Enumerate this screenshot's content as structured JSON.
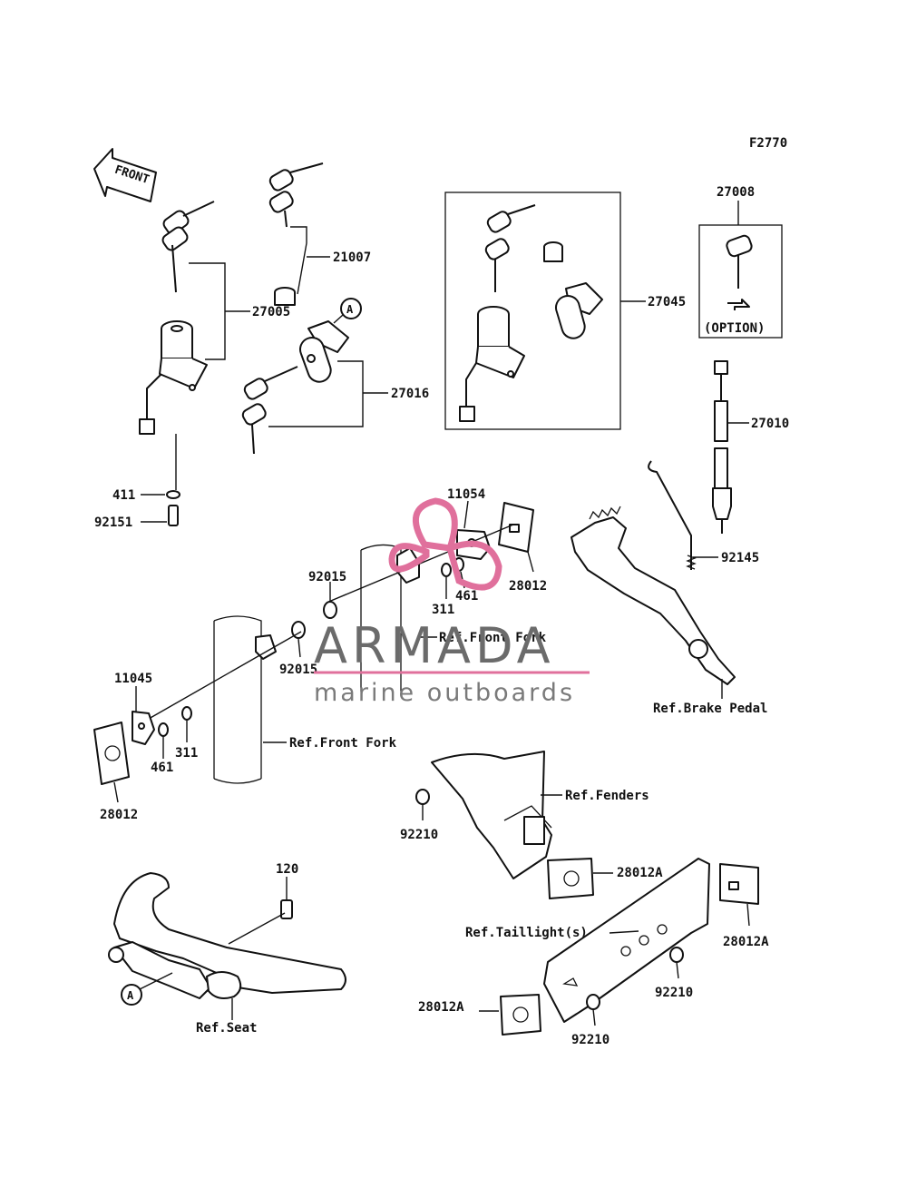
{
  "diagram": {
    "code": "F2770",
    "front_arrow": "FRONT",
    "callout_A": "A",
    "option_label": "(OPTION)"
  },
  "parts": {
    "p27005": "27005",
    "p21007": "21007",
    "p27016": "27016",
    "p27045": "27045",
    "p27008": "27008",
    "p27010": "27010",
    "p411": "411",
    "p92151": "92151",
    "p11054": "11054",
    "p28012_top": "28012",
    "p461_top": "461",
    "p311_top": "311",
    "p92015_a": "92015",
    "p92015_b": "92015",
    "p92145": "92145",
    "p11045": "11045",
    "p461_low": "461",
    "p311_low": "311",
    "p28012_low": "28012",
    "p92210_a": "92210",
    "p28012A_a": "28012A",
    "p28012A_b": "28012A",
    "p92210_b": "92210",
    "p28012A_c": "28012A",
    "p92210_c": "92210",
    "p120": "120"
  },
  "references": {
    "front_fork_1": "Ref.Front Fork",
    "front_fork_2": "Ref.Front Fork",
    "brake_pedal": "Ref.Brake Pedal",
    "fenders": "Ref.Fenders",
    "taillight": "Ref.Taillight(s)",
    "seat": "Ref.Seat"
  },
  "watermark": {
    "title": "ARMADA",
    "subtitle": "marine outboards",
    "accent_color": "#e0709c",
    "text_color": "#6b6b6b"
  }
}
